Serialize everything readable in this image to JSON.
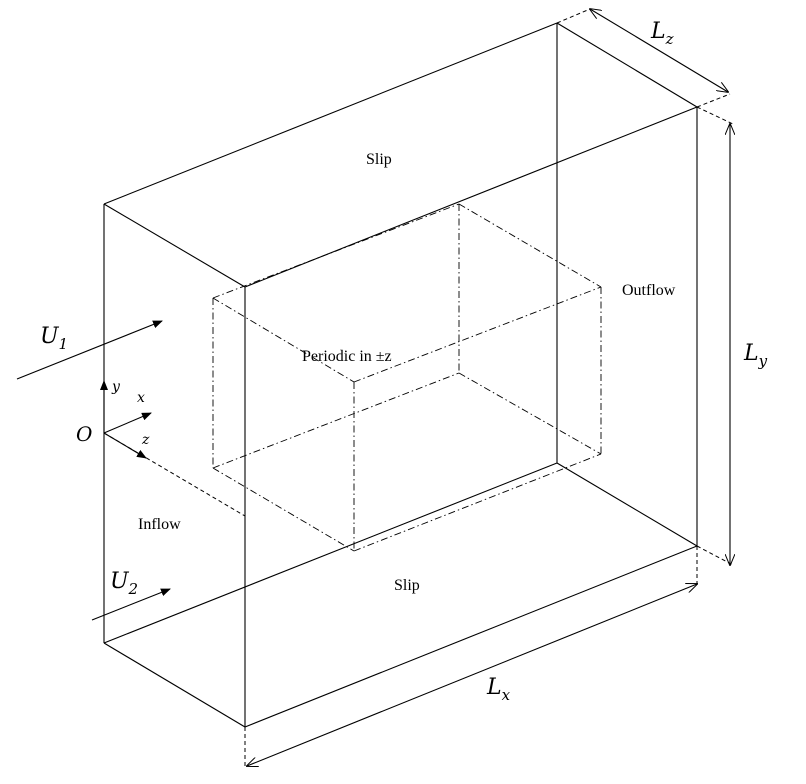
{
  "labels": {
    "slip_top": "Slip",
    "slip_bottom": "Slip",
    "outflow": "Outflow",
    "inflow": "Inflow",
    "periodic": "Periodic in ±z",
    "origin": "O"
  },
  "velocities": {
    "u1": {
      "main": "U",
      "sub": "1"
    },
    "u2": {
      "main": "U",
      "sub": "2"
    }
  },
  "dimensions": {
    "lx": {
      "main": "L",
      "sub": "x"
    },
    "ly": {
      "main": "L",
      "sub": "y"
    },
    "lz": {
      "main": "L",
      "sub": "z"
    }
  },
  "axes": {
    "x": "x",
    "y": "y",
    "z": "z"
  }
}
